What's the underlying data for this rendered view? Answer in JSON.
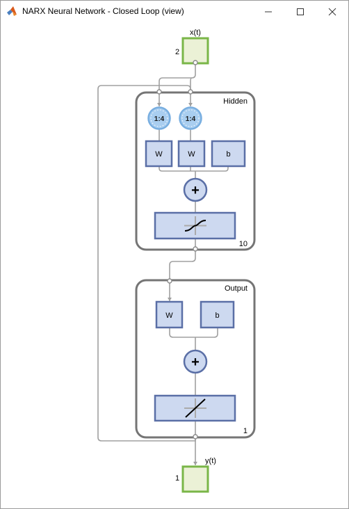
{
  "window": {
    "title": "NARX Neural Network - Closed Loop (view)"
  },
  "diagram": {
    "input": {
      "label": "x(t)",
      "size": "2"
    },
    "hidden_layer": {
      "title": "Hidden",
      "size": "10",
      "delay_labels": [
        "1:4",
        "1:4"
      ],
      "weight_labels": [
        "W",
        "W"
      ],
      "bias_label": "b",
      "sum_symbol": "+",
      "transfer_icon": "tansig-curve-icon"
    },
    "output_layer": {
      "title": "Output",
      "size": "1",
      "weight_label": "W",
      "bias_label": "b",
      "sum_symbol": "+",
      "transfer_icon": "purelin-line-icon"
    },
    "output": {
      "label": "y(t)",
      "size": "1"
    }
  },
  "colors": {
    "io_fill": "#ebf1d6",
    "io_border": "#7ab648",
    "block_fill": "#cdd9f0",
    "block_border": "#5a6fa6",
    "layer_border": "#757575",
    "wire": "#a0a0a0",
    "clock_fill": "#a9cef0",
    "clock_border": "#78aee0"
  }
}
